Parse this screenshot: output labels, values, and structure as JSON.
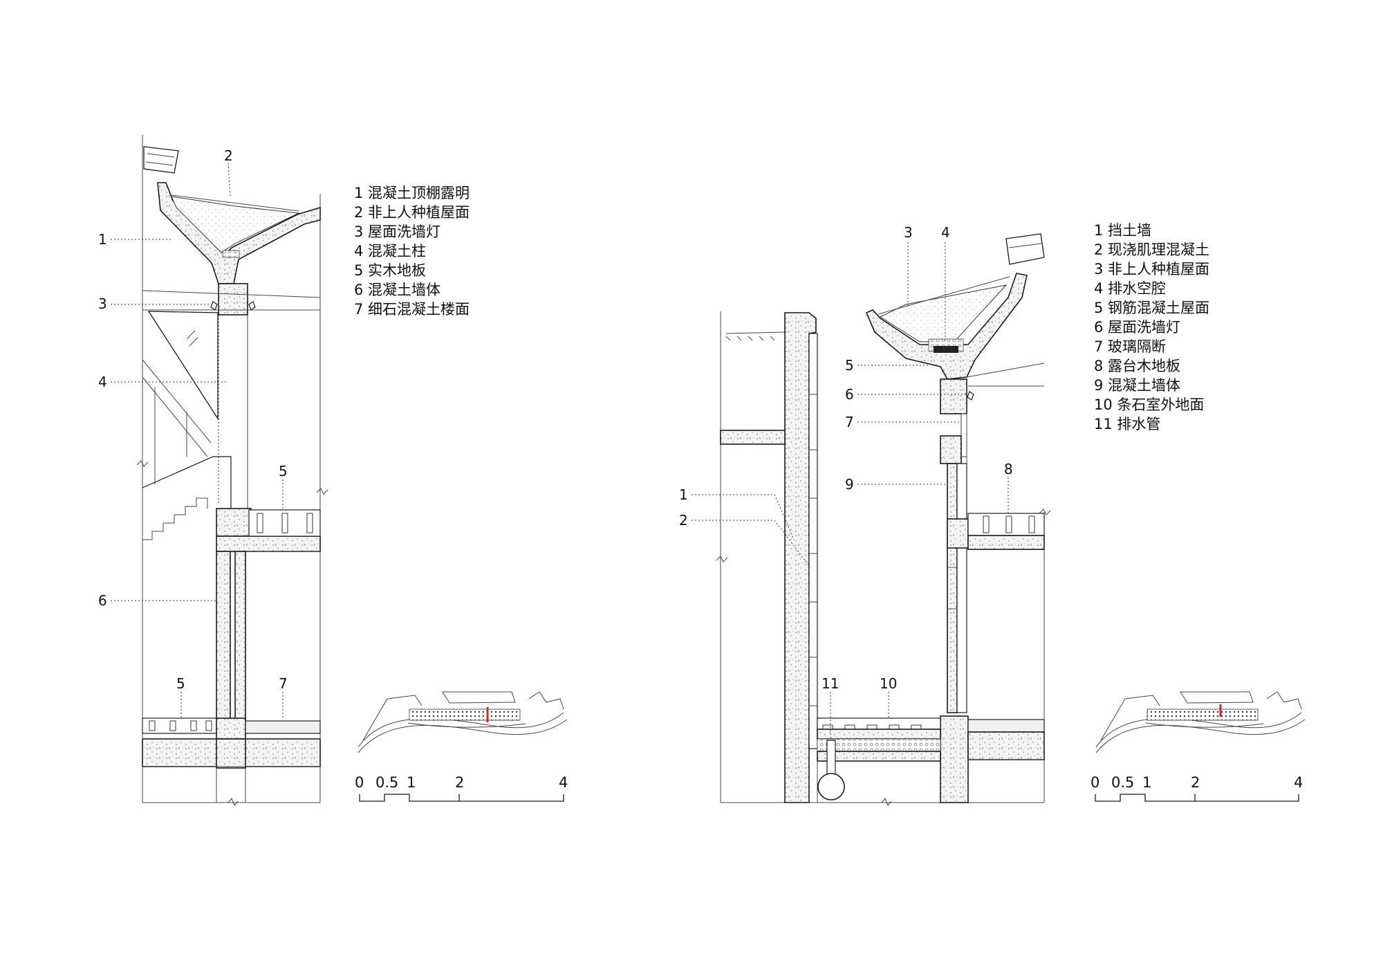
{
  "left_section": {
    "legend": [
      "1 混凝土顶棚露明",
      "2 非上人种植屋面",
      "3 屋面洗墙灯",
      "4 混凝土柱",
      "5 实木地板",
      "6 混凝土墙体",
      "7 细石混凝土楼面"
    ],
    "callouts": {
      "c1": "1",
      "c2": "2",
      "c3": "3",
      "c4": "4",
      "c5a": "5",
      "c6": "6",
      "c5b": "5",
      "c7": "7"
    },
    "scale": [
      "0",
      "0.5",
      "1",
      "2",
      "4"
    ]
  },
  "right_section": {
    "legend": [
      "1 挡土墙",
      "2 现浇肌理混凝土",
      "3 非上人种植屋面",
      "4 排水空腔",
      "5 钢筋混凝土屋面",
      "6 屋面洗墙灯",
      "7 玻璃隔断",
      "8 露台木地板",
      "9 混凝土墙体",
      "10 条石室外地面",
      "11 排水管"
    ],
    "callouts": {
      "c3": "3",
      "c4": "4",
      "c5": "5",
      "c6": "6",
      "c7": "7",
      "c1": "1",
      "c2": "2",
      "c9": "9",
      "c8": "8",
      "c11": "11",
      "c10": "10"
    },
    "scale": [
      "0",
      "0.5",
      "1",
      "2",
      "4"
    ]
  },
  "key_plan": {
    "marker_color": "#e02020"
  }
}
